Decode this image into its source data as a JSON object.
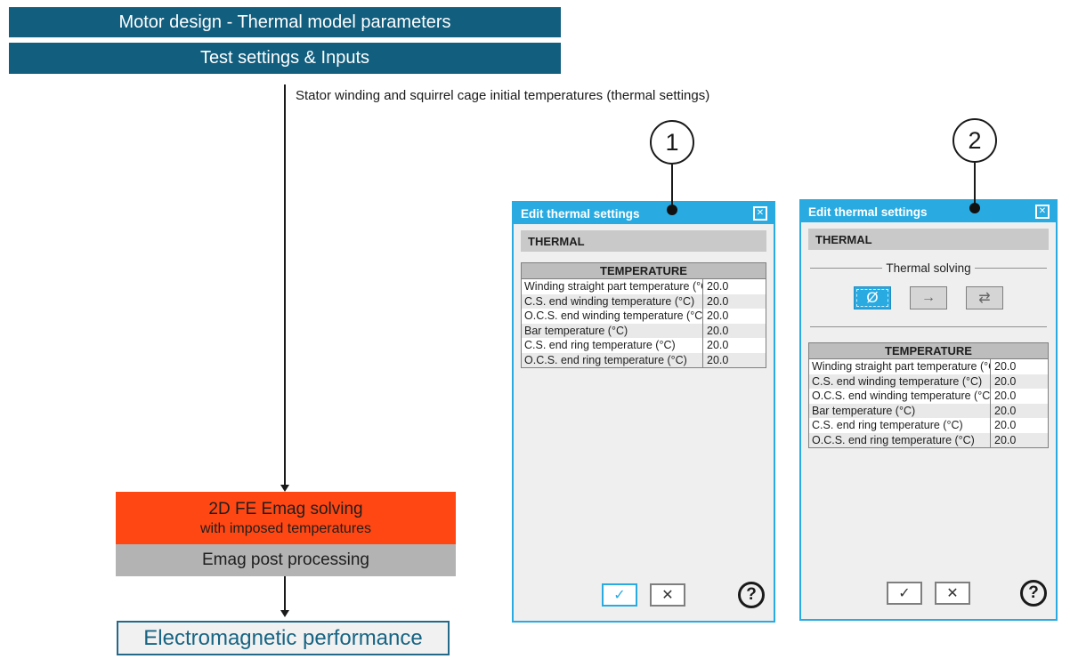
{
  "banners": {
    "title1": "Motor design - Thermal model parameters",
    "title2": "Test settings & Inputs"
  },
  "flow": {
    "annotation": "Stator winding and squirrel cage initial temperatures (thermal settings)",
    "solving_line1": "2D FE Emag solving",
    "solving_line2": "with imposed temperatures",
    "post_processing": "Emag post processing",
    "result": "Electromagnetic performance"
  },
  "callouts": {
    "c1": "1",
    "c2": "2"
  },
  "dialog1": {
    "title": "Edit thermal settings",
    "section": "THERMAL"
  },
  "dialog2": {
    "title": "Edit thermal settings",
    "section": "THERMAL",
    "solving_legend": "Thermal solving"
  },
  "thermal_table": {
    "header": "TEMPERATURE",
    "rows": [
      {
        "label": "Winding straight part temperature (°C)",
        "value": "20.0"
      },
      {
        "label": "C.S. end winding temperature (°C)",
        "value": "20.0"
      },
      {
        "label": "O.C.S. end winding temperature (°C)",
        "value": "20.0"
      },
      {
        "label": "Bar temperature (°C)",
        "value": "20.0"
      },
      {
        "label": "C.S. end ring temperature (°C)",
        "value": "20.0"
      },
      {
        "label": "O.C.S. end ring temperature (°C)",
        "value": "20.0"
      }
    ]
  },
  "icons": {
    "close": "✕",
    "ok_check": "✓",
    "cancel_x": "✕",
    "help": "?",
    "no_thermal_solving": "Ø",
    "one_directional": "→",
    "bidirectional": "⇄"
  },
  "colors": {
    "teal_banner": "#115e7e",
    "cyan_accent": "#29abe2",
    "orange_solving": "#ff4713",
    "gray_post": "#b3b3b3",
    "dialog_bg": "#efefef",
    "table_header_bg": "#bdbdbd",
    "result_text": "#176483"
  }
}
